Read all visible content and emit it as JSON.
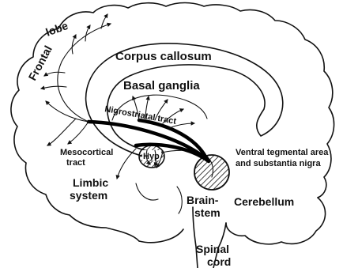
{
  "labels": {
    "frontal": "Frontal",
    "lobe": "lobe",
    "corpus_callosum": "Corpus callosum",
    "basal_ganglia": "Basal ganglia",
    "nigrostriatal_tract": "Nigrostriatal tract",
    "mesocortical_line1": "Mesocortical",
    "mesocortical_line2": "tract",
    "hyp": "Hyp",
    "limbic_line1": "Limbic",
    "limbic_line2": "system",
    "vta_line1": "Ventral tegmental area",
    "vta_line2": "and substantia nigra",
    "brain_line1": "Brain-",
    "brain_line2": "stem",
    "cerebellum": "Cerebellum",
    "spinal_line1": "Spinal",
    "spinal_line2": "cord"
  }
}
